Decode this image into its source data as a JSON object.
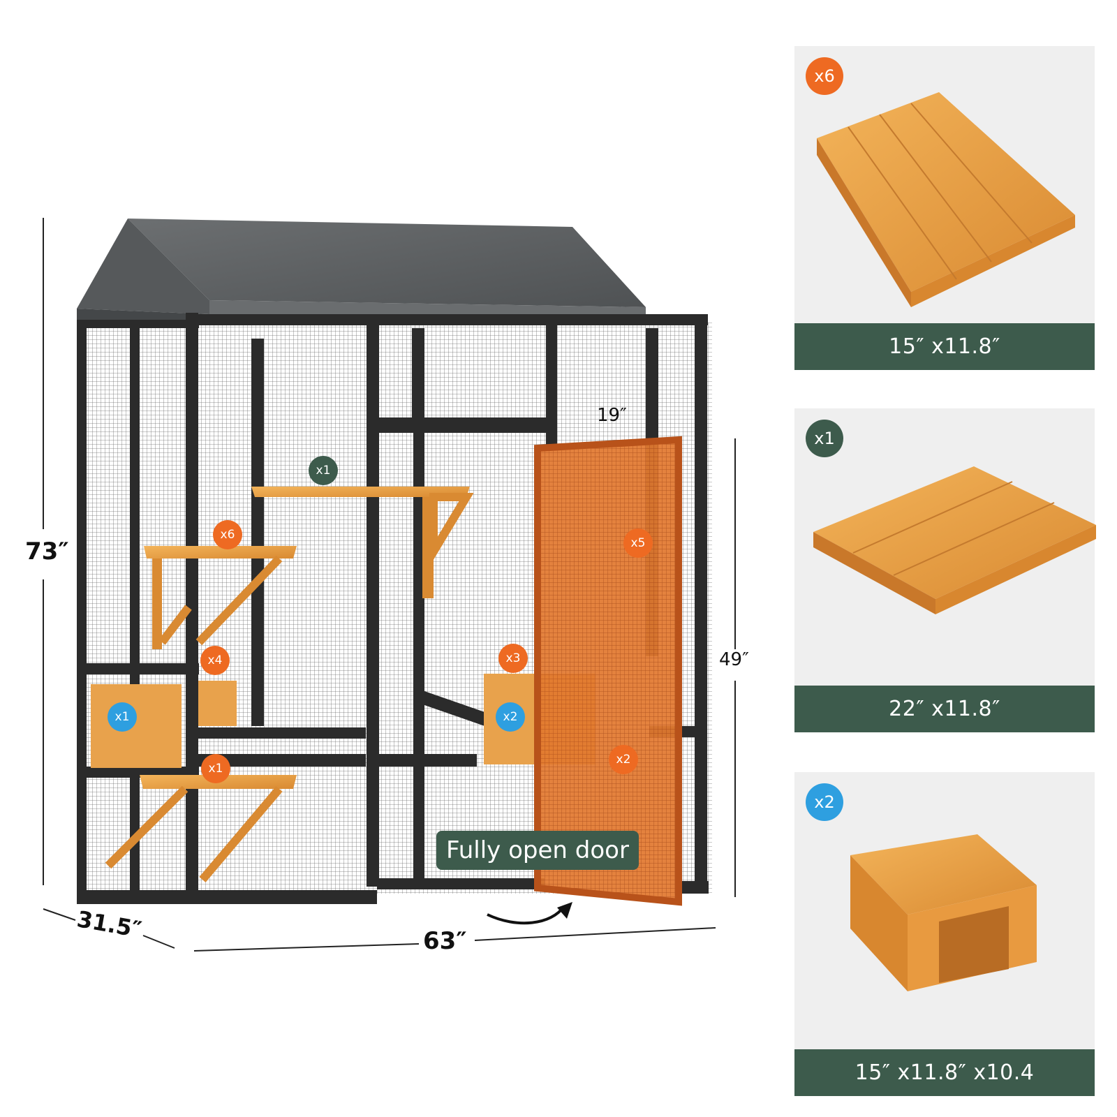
{
  "colors": {
    "orange": "#ee6a22",
    "green": "#3d5b4c",
    "blue": "#2e9fe0",
    "frame": "#2b2b2b",
    "roof": "#5f6264",
    "wood": "#e59a3e",
    "door": "#d9661c",
    "panel_bg": "#efefef",
    "label_bg": "#3d5b4c"
  },
  "dimensions": {
    "height_total": "73″",
    "depth": "31.5″",
    "width": "63″",
    "door_height": "49″",
    "door_width": "19″"
  },
  "callout": {
    "label": "Fully open door"
  },
  "badges": [
    {
      "label": "x1",
      "color": "green"
    },
    {
      "label": "x6",
      "color": "orange"
    },
    {
      "label": "x5",
      "color": "orange"
    },
    {
      "label": "x4",
      "color": "orange"
    },
    {
      "label": "x3",
      "color": "orange"
    },
    {
      "label": "x1",
      "color": "blue"
    },
    {
      "label": "x2",
      "color": "blue"
    },
    {
      "label": "x1",
      "color": "orange"
    },
    {
      "label": "x2",
      "color": "orange"
    }
  ],
  "panels": [
    {
      "badge": "x6",
      "badge_color": "orange",
      "label": "15″  x11.8″",
      "item": "platform-small"
    },
    {
      "badge": "x1",
      "badge_color": "green",
      "label": "22″  x11.8″",
      "item": "platform-large"
    },
    {
      "badge": "x2",
      "badge_color": "blue",
      "label": "15″  x11.8″  x10.4",
      "item": "condo-box"
    }
  ]
}
